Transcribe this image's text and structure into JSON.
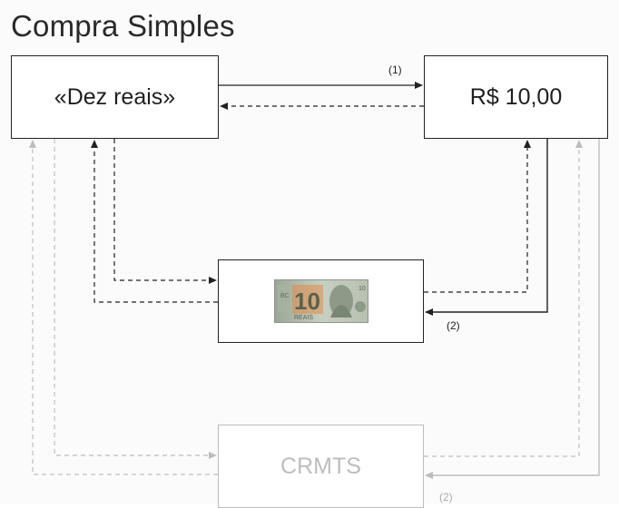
{
  "title": "Compra Simples",
  "boxes": {
    "words": "«Dez reais»",
    "value": "R$ 10,00",
    "crmts": "CRMTS"
  },
  "banknote": {
    "denomination": "10",
    "currency_word": "REAIS",
    "image": "ten-reais-banknote"
  },
  "labels": {
    "top_arrow": "(1)",
    "note_arrow": "(2)",
    "crmts_arrow": "(2)"
  },
  "colors": {
    "main": "#222222",
    "faded": "#bdbdbd",
    "note_green": "#a9b4a4",
    "note_orange": "#e38a4a"
  }
}
